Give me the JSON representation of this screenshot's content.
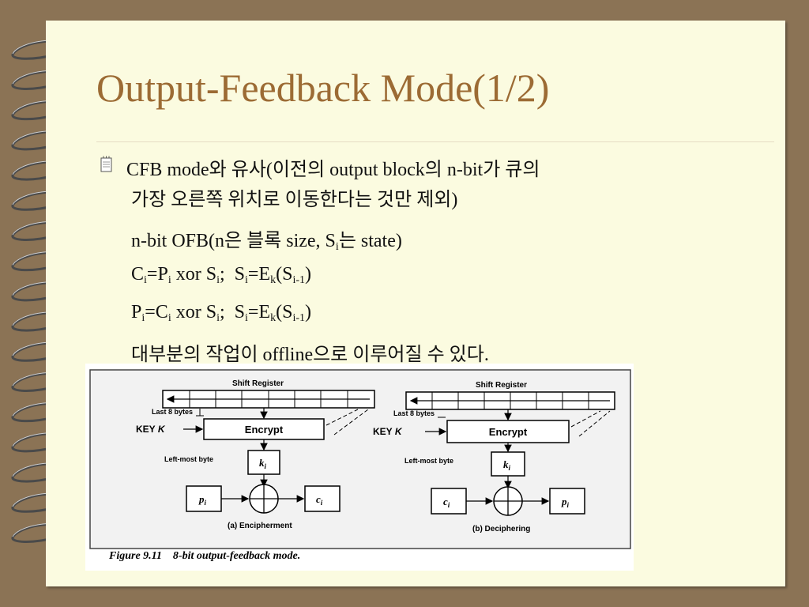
{
  "slide": {
    "title": "Output-Feedback Mode(1/2)",
    "bullet_icon": "notepad-icon",
    "bullet_line1": "CFB mode와 유사(이전의 output block의 n-bit가 큐의",
    "bullet_line2": "가장 오른쪽 위치로 이동한다는 것만 제외)",
    "ofb_prefix": "n-bit OFB(n은 블록 size, S",
    "ofb_sub": "i",
    "ofb_suffix": "는 state)",
    "enc_formula": {
      "c": "C",
      "p": "P",
      "s": "S",
      "e": "E",
      "k": "k",
      "i": "i",
      "im1": "i-1",
      "xor": " xor ",
      "semi": ";  ",
      "eq": "=",
      "open": "(",
      "close": ")"
    },
    "dec_formula": {
      "c": "C",
      "p": "P",
      "s": "S",
      "e": "E",
      "k": "k",
      "i": "i",
      "im1": "i-1",
      "xor": " xor ",
      "semi": ";  ",
      "eq": "=",
      "open": "(",
      "close": ")"
    },
    "offline_line": "대부분의 작업이 offline으로 이루어질 수 있다."
  },
  "figure": {
    "shift_register": "Shift Register",
    "last_bytes": "Last 8 bytes",
    "key_label": "KEY",
    "key_var": "K",
    "encrypt": "Encrypt",
    "left_most_a": "Left-most byte",
    "left_most_b": "Left-most byte",
    "ki": "k",
    "ki_sub": "i",
    "a_input": "p",
    "a_output": "c",
    "b_input": "c",
    "b_output": "p",
    "io_sub": "i",
    "caption_a": "(a) Encipherment",
    "caption_b": "(b) Deciphering",
    "figure_caption": "Figure 9.11    8-bit output-feedback mode."
  }
}
